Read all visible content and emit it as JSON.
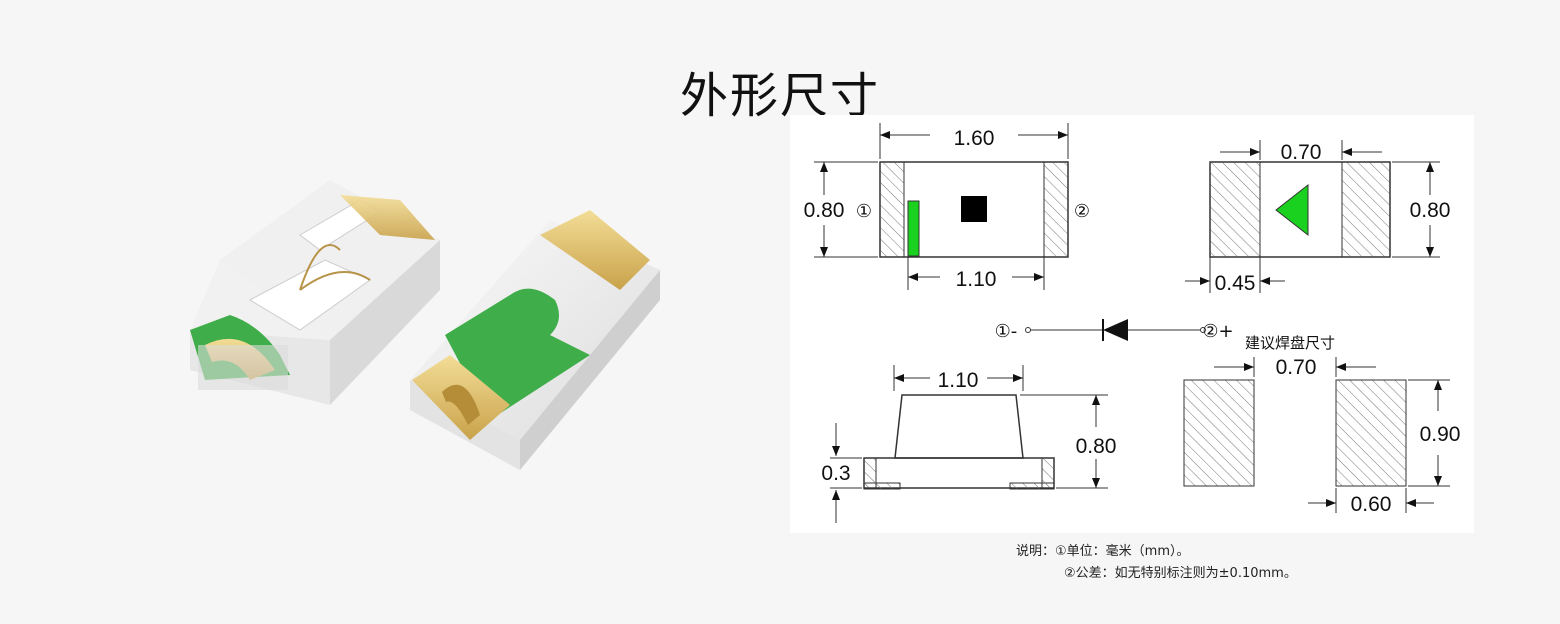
{
  "title": "外形尺寸",
  "top_view": {
    "width": "1.60",
    "height": "0.80",
    "inner": "1.10",
    "pin1": "①",
    "pin2": "②"
  },
  "bottom_view": {
    "width": "0.70",
    "height": "0.80",
    "pad": "0.45"
  },
  "symbol": {
    "pin1": "①-",
    "pin2": "②+"
  },
  "side_view": {
    "top": "1.10",
    "height": "0.80",
    "base": "0.3"
  },
  "pads": {
    "label": "建议焊盘尺寸",
    "gap": "0.70",
    "height": "0.90",
    "width": "0.60"
  },
  "notes": {
    "line1": "说明：①单位：毫米（mm）。",
    "line2": "②公差：如无特别标注则为±0.10mm。"
  },
  "colors": {
    "led_green": "#19d11e",
    "body_green": "#3fae4a",
    "gold": "#e8c877"
  }
}
